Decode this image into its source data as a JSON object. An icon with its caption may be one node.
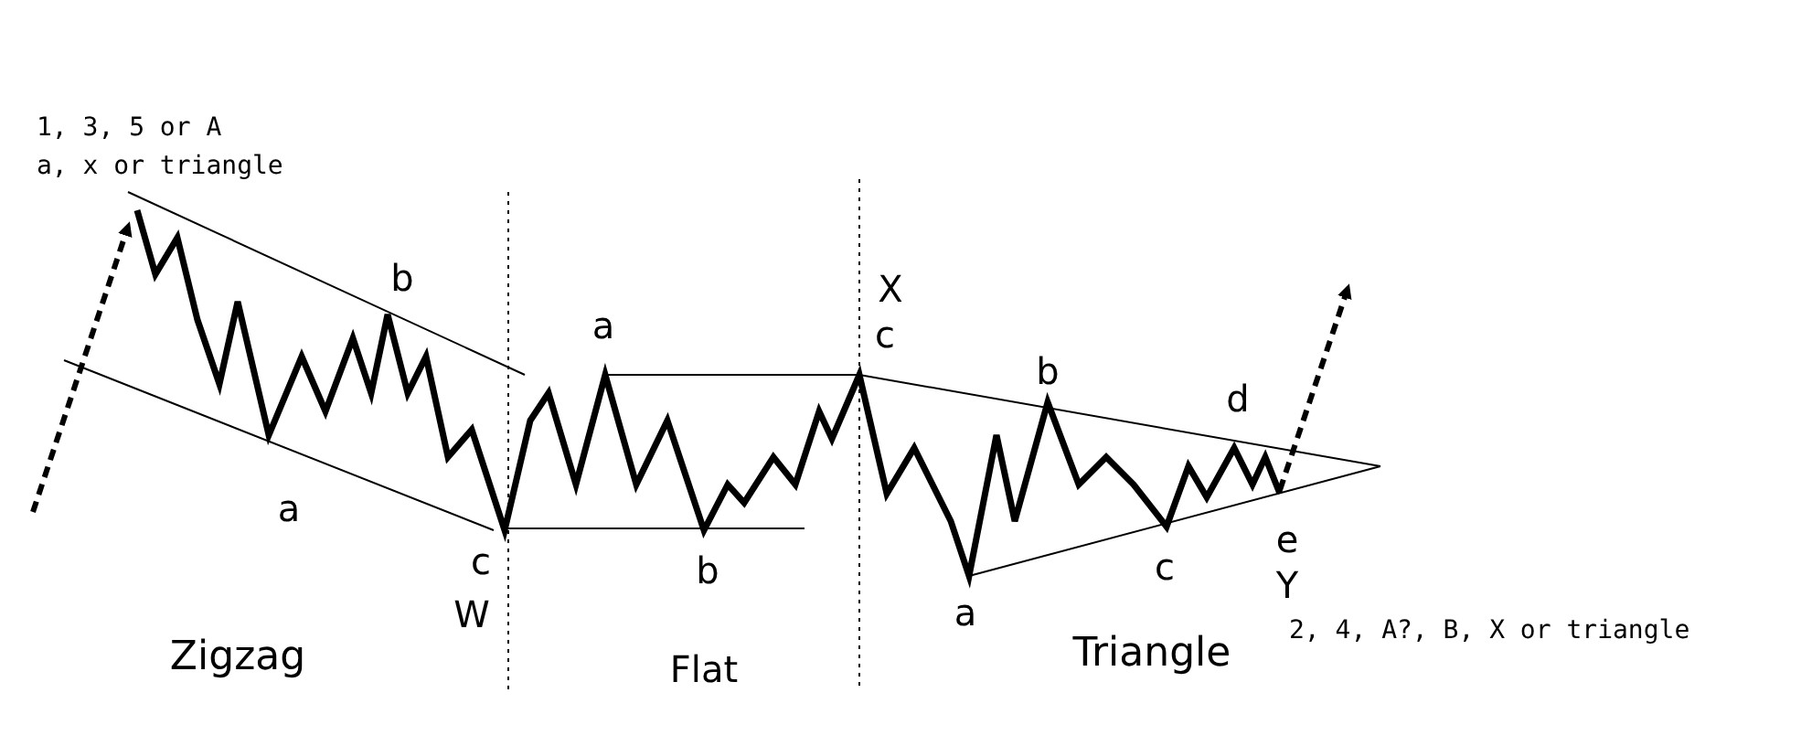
{
  "diagram": {
    "labels": [
      "1, 3, 5 or A",
      "a, x or triangle",
      "b",
      "a",
      "c",
      "W",
      "Zigzag",
      "a",
      "b",
      "Flat",
      "X",
      "c",
      "b",
      "d",
      "a",
      "c",
      "e",
      "Y",
      "Triangle",
      "2, 4, A?, B, X or triangle"
    ]
  }
}
